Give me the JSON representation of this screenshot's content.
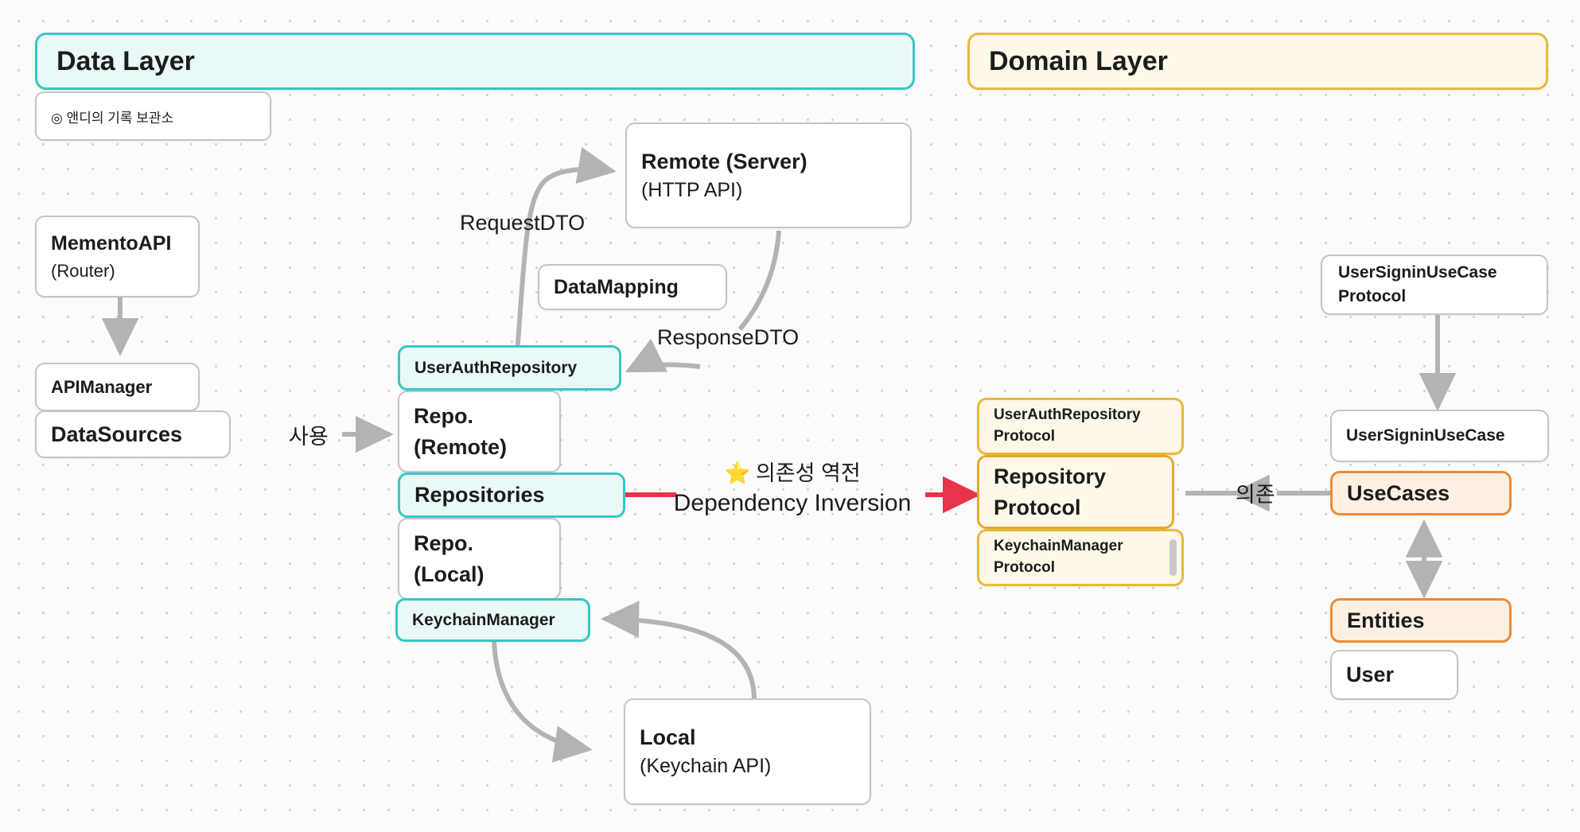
{
  "diagram": {
    "title": "Clean Architecture - Data Layer and Domain Layer",
    "credit": "◎ 앤디의 기록 보관소",
    "colors": {
      "teal_border": "#35c9c5",
      "teal_fill": "#e9f9f7",
      "yellow_border": "#e8b93b",
      "yellow_fill": "#fdf8e8",
      "orange_border": "#ef8a36",
      "orange_fill": "#fdf0e3",
      "red_arrow": "#e8344a",
      "gray_arrow": "#b3b3b3",
      "background": "#fbfbfb"
    }
  },
  "layers": {
    "data": {
      "title": "Data Layer"
    },
    "domain": {
      "title": "Domain Layer"
    }
  },
  "data_layer": {
    "memento_api": {
      "line1": "MementoAPI",
      "line2": "(Router)"
    },
    "api_manager": {
      "label": "APIManager"
    },
    "data_sources": {
      "label": "DataSources"
    },
    "repo_stack": {
      "user_auth_repository": "UserAuthRepository",
      "repo_remote_line1": "Repo.",
      "repo_remote_line2": "(Remote)",
      "repositories": "Repositories",
      "repo_local_line1": "Repo.",
      "repo_local_line2": "(Local)",
      "keychain_manager": "KeychainManager"
    }
  },
  "external": {
    "remote": {
      "line1": "Remote (Server)",
      "line2": "(HTTP API)"
    },
    "data_mapping": {
      "label": "DataMapping"
    },
    "local": {
      "line1": "Local",
      "line2": "(Keychain API)"
    }
  },
  "domain_layer": {
    "protocols": {
      "user_auth_repository_protocol_line1": "UserAuthRepository",
      "user_auth_repository_protocol_line2": "Protocol",
      "repository_protocol_line1": "Repository",
      "repository_protocol_line2": "Protocol",
      "keychain_manager_protocol_line1": "KeychainManager",
      "keychain_manager_protocol_line2": "Protocol"
    },
    "usecase_column": {
      "user_signin_usecase_protocol_line1": "UserSigninUseCase",
      "user_signin_usecase_protocol_line2": "Protocol",
      "user_signin_usecase": "UserSigninUseCase",
      "usecases": "UseCases",
      "entities": "Entities",
      "user": "User"
    }
  },
  "edge_labels": {
    "request_dto": "RequestDTO",
    "response_dto": "ResponseDTO",
    "usage_ko": "사용",
    "dependency_ko": "의존",
    "dependency_inversion_star": "⭐",
    "dependency_inversion_ko": "의존성 역전",
    "dependency_inversion_en": "Dependency Inversion"
  }
}
